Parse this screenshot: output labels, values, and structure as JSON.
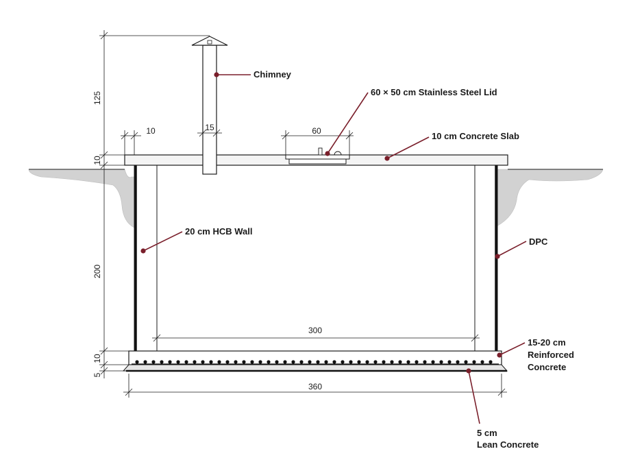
{
  "labels": {
    "chimney": "Chimney",
    "lid": "60 × 50 cm Stainless Steel Lid",
    "slab": "10 cm Concrete Slab",
    "hcb_wall": "20 cm HCB Wall",
    "dpc": "DPC",
    "reinforced_1": "15-20 cm",
    "reinforced_2": "Reinforced",
    "reinforced_3": "Concrete",
    "lean_1": "5 cm",
    "lean_2": "Lean Concrete"
  },
  "dimensions": {
    "chimney_height": "125",
    "slab_thickness": "10",
    "wall_height": "200",
    "base_thickness": "10",
    "lean_thickness": "5",
    "wall_offset": "10",
    "chimney_width": "15",
    "lid_width": "60",
    "inner_width": "300",
    "outer_width": "360"
  },
  "colors": {
    "leader": "#7a1f2b",
    "soil": "#d2d2d2",
    "slab": "#f4f4f4"
  }
}
